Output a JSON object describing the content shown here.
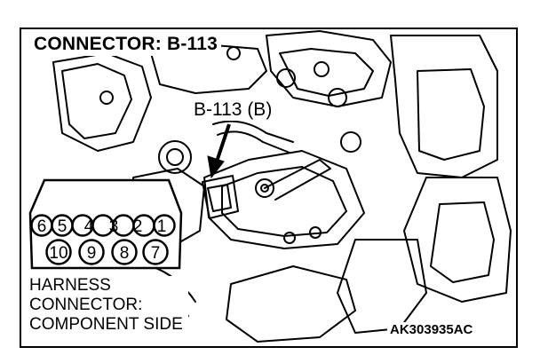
{
  "title": "CONNECTOR: B-113",
  "callout_label": "B-113 (B)",
  "caption_lines": [
    "HARNESS",
    "CONNECTOR:",
    "COMPONENT SIDE"
  ],
  "figure_code": "AK303935AC",
  "connector": {
    "top_row": [
      "6",
      "5",
      "4",
      "3",
      "2",
      "1"
    ],
    "bottom_row": [
      "10",
      "9",
      "8",
      "7"
    ]
  }
}
